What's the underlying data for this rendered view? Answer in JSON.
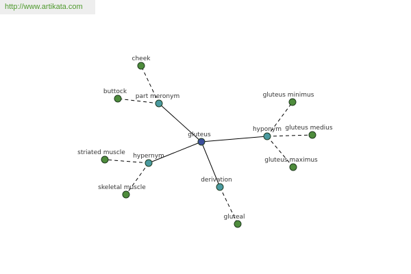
{
  "header": {
    "url": "http://www.artikata.com"
  },
  "colors": {
    "root": "#3d4f9c",
    "relation": "#4a9aa0",
    "leaf": "#4e8c3c",
    "url": "#4f9a2e"
  },
  "graph": {
    "nodes": [
      {
        "id": "gluteus",
        "label": "gluteus",
        "kind": "root"
      },
      {
        "id": "part-meronym",
        "label": "part meronym",
        "kind": "relation"
      },
      {
        "id": "hyponym",
        "label": "hyponym",
        "kind": "relation"
      },
      {
        "id": "hypernym",
        "label": "hypernym",
        "kind": "relation"
      },
      {
        "id": "derivation",
        "label": "derivation",
        "kind": "relation"
      },
      {
        "id": "cheek",
        "label": "cheek",
        "kind": "leaf"
      },
      {
        "id": "buttock",
        "label": "buttock",
        "kind": "leaf"
      },
      {
        "id": "gluteus-minimus",
        "label": "gluteus minimus",
        "kind": "leaf"
      },
      {
        "id": "gluteus-medius",
        "label": "gluteus medius",
        "kind": "leaf"
      },
      {
        "id": "gluteus-maximus",
        "label": "gluteus maximus",
        "kind": "leaf"
      },
      {
        "id": "striated-muscle",
        "label": "striated muscle",
        "kind": "leaf"
      },
      {
        "id": "skeletal-muscle",
        "label": "skeletal muscle",
        "kind": "leaf"
      },
      {
        "id": "gluteal",
        "label": "gluteal",
        "kind": "leaf"
      }
    ],
    "edges": [
      {
        "from": "gluteus",
        "to": "part-meronym",
        "style": "solid"
      },
      {
        "from": "gluteus",
        "to": "hyponym",
        "style": "solid"
      },
      {
        "from": "gluteus",
        "to": "hypernym",
        "style": "solid"
      },
      {
        "from": "gluteus",
        "to": "derivation",
        "style": "solid"
      },
      {
        "from": "part-meronym",
        "to": "cheek",
        "style": "dashed"
      },
      {
        "from": "part-meronym",
        "to": "buttock",
        "style": "dashed"
      },
      {
        "from": "hyponym",
        "to": "gluteus-minimus",
        "style": "dashed"
      },
      {
        "from": "hyponym",
        "to": "gluteus-medius",
        "style": "dashed"
      },
      {
        "from": "hyponym",
        "to": "gluteus-maximus",
        "style": "dashed"
      },
      {
        "from": "hypernym",
        "to": "striated-muscle",
        "style": "dashed"
      },
      {
        "from": "hypernym",
        "to": "skeletal-muscle",
        "style": "dashed"
      },
      {
        "from": "derivation",
        "to": "gluteal",
        "style": "dashed"
      }
    ]
  }
}
